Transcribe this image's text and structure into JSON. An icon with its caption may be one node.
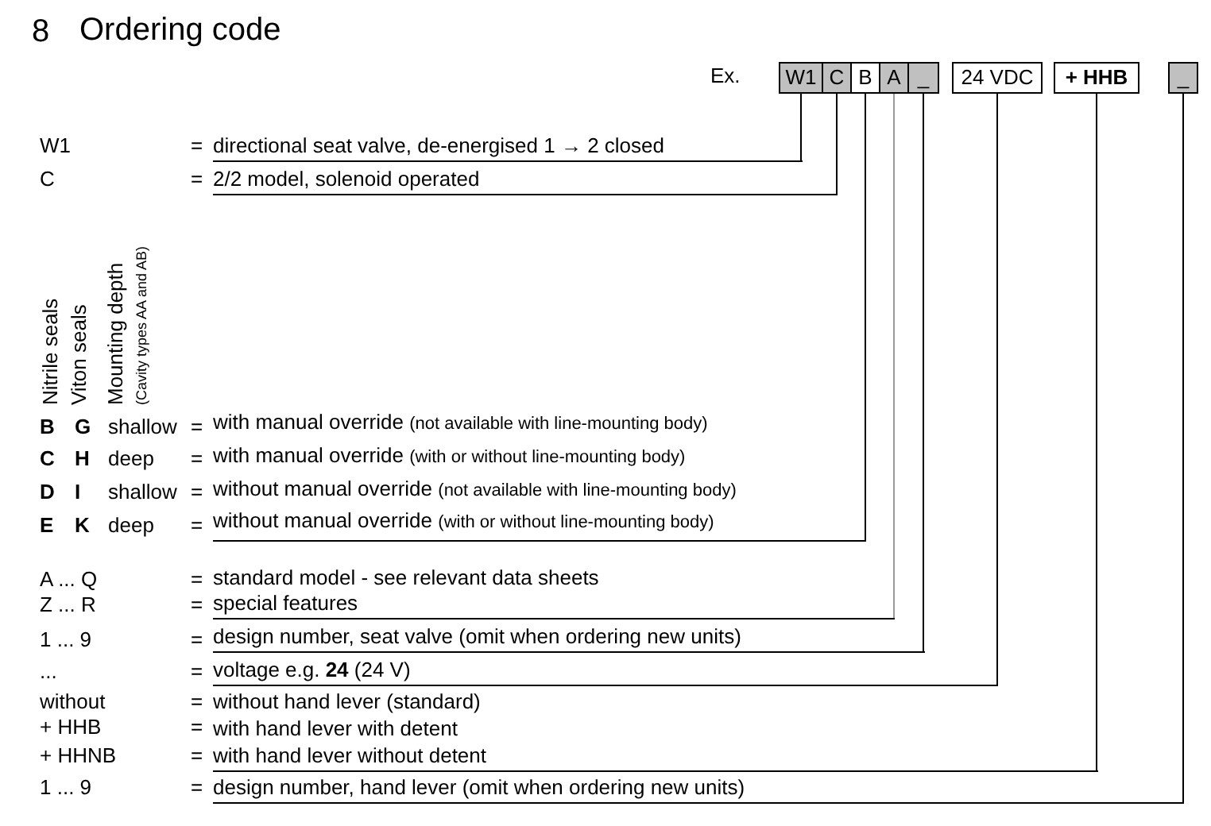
{
  "diagram": {
    "title": "Ordering code",
    "nodes": [
      {
        "text": [
          "W1"
        ]
      },
      {
        "text": [
          "C"
        ]
      },
      {
        "text": [
          "B"
        ]
      },
      {
        "text": [
          "A"
        ]
      },
      {
        "text": [
          "_"
        ]
      },
      {
        "text": [
          "24 VDC"
        ]
      },
      {
        "text": [
          "+ HHB"
        ]
      },
      {
        "text": [
          "_"
        ]
      },
      {
        "text": [
          "directional seat valve, de-energised 1 → 2 closed"
        ]
      },
      {
        "text": [
          "2/2 model, solenoid operated"
        ]
      },
      {
        "text": [
          "with manual override",
          "(not available with line-mounting body)",
          "with manual override",
          "(with or without line-mounting body)",
          "without manual override",
          "(not available with line-mounting body)",
          "without manual override",
          "(with or without line-mounting body)"
        ]
      },
      {
        "text": [
          "standard model - see relevant data sheets",
          "special features"
        ]
      },
      {
        "text": [
          "design number, seat valve (omit when ordering new units)"
        ]
      },
      {
        "text": [
          "voltage e.g. **24** (24 V)"
        ]
      },
      {
        "text": [
          "without hand lever (standard)",
          "with hand lever with detent",
          "with hand lever without detent"
        ]
      },
      {
        "text": [
          "design number, hand lever (omit when ordering new units)"
        ]
      }
    ],
    "edges": [
      {
        "from": 0,
        "to": 8,
        "arrow": "none"
      },
      {
        "from": 1,
        "to": 9,
        "arrow": "none"
      },
      {
        "from": 2,
        "to": 10,
        "arrow": "none"
      },
      {
        "from": 3,
        "to": 11,
        "arrow": "none",
        "color": "#999999"
      },
      {
        "from": 4,
        "to": 12,
        "arrow": "none"
      },
      {
        "from": 5,
        "to": 13,
        "arrow": "none"
      },
      {
        "from": 6,
        "to": 14,
        "arrow": "none"
      },
      {
        "from": 7,
        "to": 15,
        "arrow": "none"
      }
    ],
    "labels": [
      "8",
      "Ex.",
      "W1",
      "=",
      "C",
      "=",
      "Nitrile seals",
      "Viton seals",
      "Mounting depth",
      "(Cavity types AA and AB)",
      "B",
      "G",
      "shallow",
      "=",
      "C",
      "H",
      "deep",
      "=",
      "D",
      "I",
      "shallow",
      "=",
      "E",
      "K",
      "deep",
      "=",
      "A ... Q",
      "=",
      "Z ... R",
      "=",
      "1 ... 9",
      "=",
      "...",
      "=",
      "without",
      "=",
      "+ HHB",
      "=",
      "+ HHNB",
      "=",
      "1 ... 9",
      "="
    ]
  }
}
